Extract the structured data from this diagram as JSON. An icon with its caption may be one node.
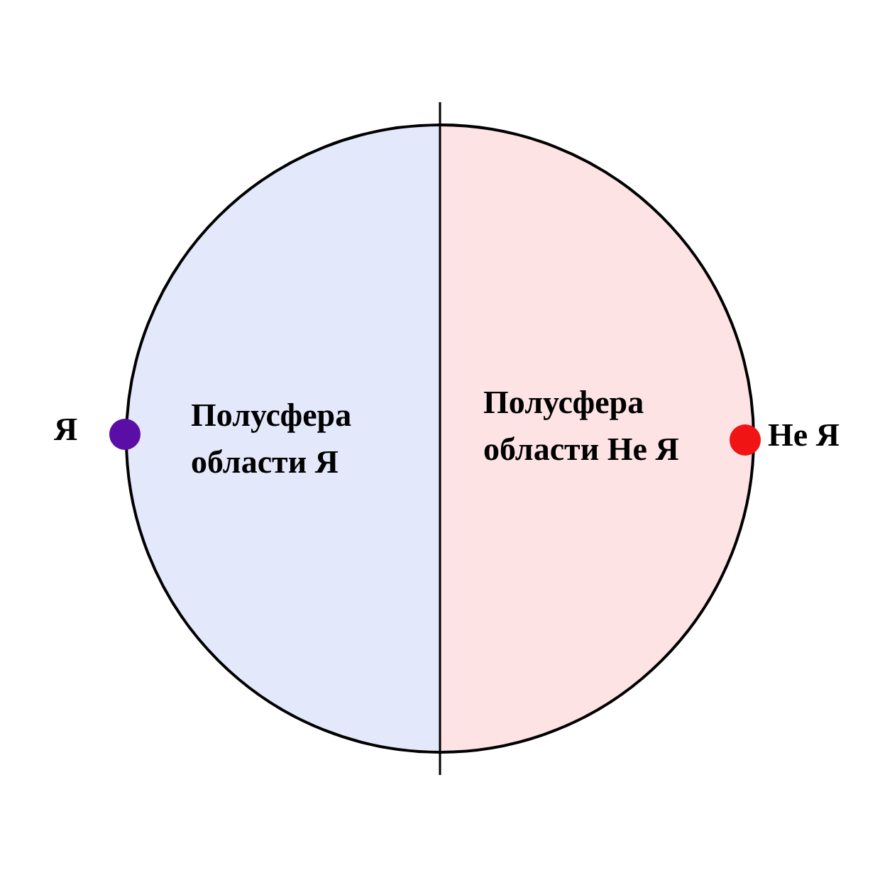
{
  "diagram": {
    "nodes": [
      {
        "text": [
          "Полусфера области Я"
        ]
      },
      {
        "text": [
          "Полусфера области Не Я"
        ]
      },
      {
        "text": [],
        "shape": "circle",
        "beside": [
          "Я"
        ]
      },
      {
        "text": [],
        "shape": "circle",
        "beside": [
          "Не Я"
        ]
      }
    ]
  }
}
